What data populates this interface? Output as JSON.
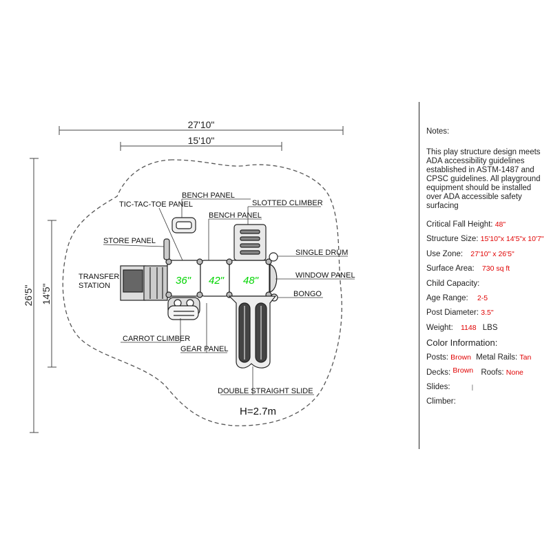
{
  "diagram": {
    "overall_width": "27'10\"",
    "structure_width": "15'10\"",
    "overall_depth": "26'5\"",
    "structure_depth": "14'5\"",
    "height_label": "H=2.7m",
    "deck_heights": [
      "36\"",
      "42\"",
      "48\""
    ],
    "labels": {
      "bench_panel_top": "BENCH PANEL",
      "tic_tac_toe": "TIC-TAC-TOE PANEL",
      "bench_panel_mid": "BENCH PANEL",
      "slotted_climber": "SLOTTED CLIMBER",
      "store_panel": "STORE PANEL",
      "single_drum": "SINGLE DRUM",
      "transfer_station_1": "TRANSFER",
      "transfer_station_2": "STATION",
      "window_panel": "WINDOW PANEL",
      "bongo": "BONGO",
      "carrot_climber": "CARROT CLIMBER",
      "gear_panel": "GEAR PANEL",
      "double_straight_slide": "DOUBLE STRAIGHT SLIDE"
    }
  },
  "notes": {
    "title": "Notes:",
    "body": "This play structure design meets ADA accessibility guidelines established in ASTM-1487 and CPSC guidelines. All playground equipment should be installed over ADA accessible safety surfacing",
    "specs": {
      "critical_fall_height": {
        "label": "Critical Fall Height:",
        "value": "48\""
      },
      "structure_size": {
        "label": "Structure Size:",
        "value": "15'10\"x 14'5\"x 10'7\""
      },
      "use_zone": {
        "label": "Use Zone:",
        "value": "27'10\" x 26'5\""
      },
      "surface_area": {
        "label": "Surface Area:",
        "value": "730 sq ft"
      },
      "child_capacity": {
        "label": "Child Capacity:",
        "value": ""
      },
      "age_range": {
        "label": "Age Range:",
        "value": "2-5"
      },
      "post_diameter": {
        "label": "Post Diameter:",
        "value": "3.5\""
      },
      "weight": {
        "label": "Weight:",
        "value": "1148",
        "unit": "LBS"
      }
    },
    "color_info": {
      "heading": "Color Information:",
      "posts": {
        "label": "Posts:",
        "value": "Brown"
      },
      "metal_rails": {
        "label": "Metal Rails:",
        "value": "Tan"
      },
      "decks": {
        "label": "Decks:",
        "value": "Brown"
      },
      "roofs": {
        "label": "Roofs:",
        "value": "None"
      },
      "slides": {
        "label": "Slides:",
        "value": "|"
      },
      "climber": {
        "label": "Climber:",
        "value": ""
      }
    }
  }
}
